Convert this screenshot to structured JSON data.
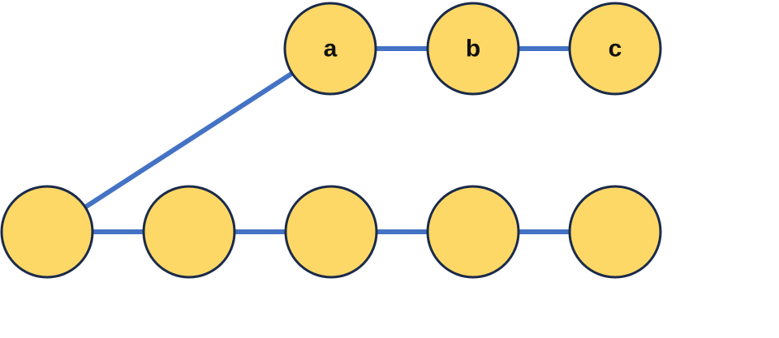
{
  "colors": {
    "edge": "#4472c4",
    "node_fill": "#fdd866",
    "node_stroke": "#1a2a4a",
    "label": "#111111"
  },
  "nodes": [
    {
      "id": "a",
      "label": "a"
    },
    {
      "id": "b",
      "label": "b"
    },
    {
      "id": "c",
      "label": "c"
    },
    {
      "id": "n1",
      "label": ""
    },
    {
      "id": "n2",
      "label": ""
    },
    {
      "id": "n3",
      "label": ""
    },
    {
      "id": "n4",
      "label": ""
    },
    {
      "id": "n5",
      "label": ""
    }
  ],
  "edges": [
    {
      "from": "n1",
      "to": "a"
    },
    {
      "from": "a",
      "to": "b"
    },
    {
      "from": "b",
      "to": "c"
    },
    {
      "from": "n1",
      "to": "n2"
    },
    {
      "from": "n2",
      "to": "n3"
    },
    {
      "from": "n3",
      "to": "n4"
    },
    {
      "from": "n4",
      "to": "n5"
    }
  ]
}
